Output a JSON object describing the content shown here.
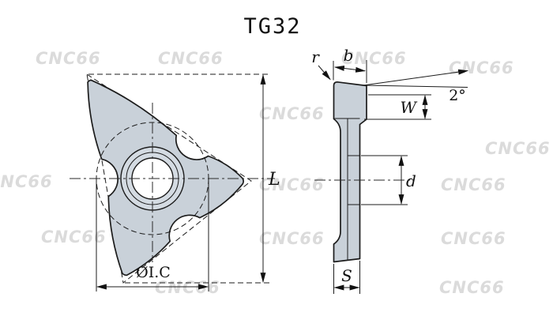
{
  "title": "TG32",
  "watermark": {
    "text": "CNC66"
  },
  "colors": {
    "background": "#ffffff",
    "insert_fill": "#c9d1d9",
    "line": "#1c1c1c",
    "watermark": "#dbdbdb"
  },
  "front_view": {
    "description": "front view of triangular insert with center hole and inscribed circle",
    "dimensions": {
      "height": "L",
      "inscribed_circle": "ØI.C"
    }
  },
  "side_view": {
    "description": "side profile view of insert",
    "dimensions": {
      "corner_radius": "r",
      "top_width": "b",
      "top_angle": "2°",
      "edge_width": "W",
      "hole_diameter": "d",
      "thickness": "S"
    }
  }
}
